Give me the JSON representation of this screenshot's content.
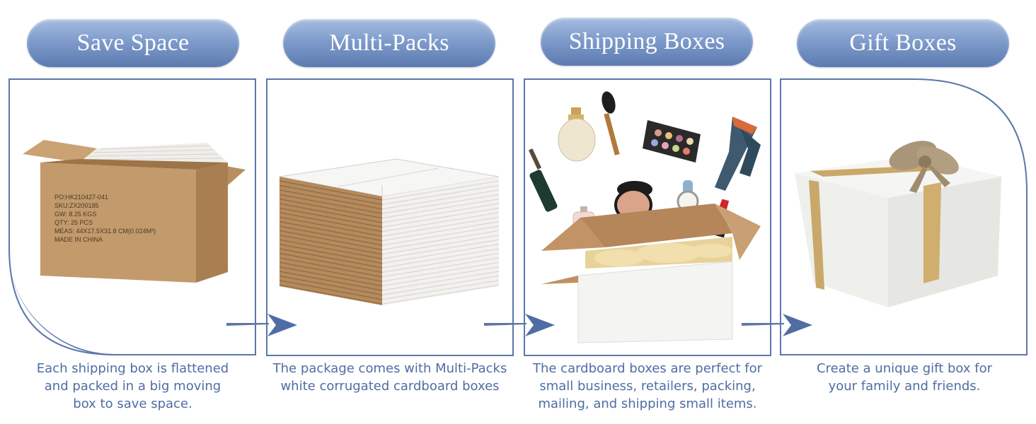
{
  "panels": [
    {
      "title": "Save Space",
      "caption": "Each  shipping box is flattened\nand packed in a big moving\nbox to save space."
    },
    {
      "title": "Multi-Packs",
      "caption": "The package comes with Multi-Packs\nwhite corrugated cardboard boxes"
    },
    {
      "title": "Shipping Boxes",
      "caption": "The cardboard boxes are perfect for\nsmall business, retailers, packing,\nmailing, and shipping small items."
    },
    {
      "title": "Gift Boxes",
      "caption": "Create a unique gift box for\nyour family and friends."
    }
  ],
  "box_label": {
    "po": "PO:HK210427-041",
    "sku": "SKU:ZX200185",
    "gw": "GW: 8.25 KGS",
    "qty": "QTY: 25  PCS",
    "meas": "MEAS: 44X17.5X31.8 CM(0.024M³)",
    "origin": "MADE IN CHINA"
  },
  "colors": {
    "accent": "#5b77a8",
    "text": "#4f6da3",
    "kraft": "#c9a57a"
  }
}
